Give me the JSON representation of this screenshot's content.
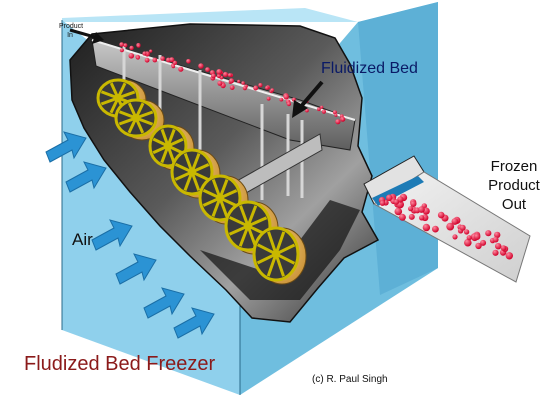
{
  "labels": {
    "fluidized_bed": "Fluidized Bed",
    "frozen_product_out": "Frozen Product Out",
    "air": "Air",
    "title": "Fludized Bed Freezer",
    "copyright": "(c) R. Paul Singh",
    "product_in": "Product In"
  },
  "colors": {
    "cabinet_side": "#8fd0ec",
    "cabinet_top": "#b9e5f6",
    "cabinet_face": "#6fbedf",
    "interior_dark": "#2b2b2b",
    "interior_mid": "#7a7a7a",
    "fan_blade": "#c9b800",
    "fan_hub": "#e0b860",
    "air_arrow": "#2b93d4",
    "product_particle": "#e0103a",
    "title_red": "#8b1a1a",
    "bed_label_blue": "#0a1a66"
  },
  "icons": {
    "fan": "fan-icon",
    "air_arrow": "air-arrow-icon",
    "pointer_arrow": "pointer-arrow-icon"
  }
}
